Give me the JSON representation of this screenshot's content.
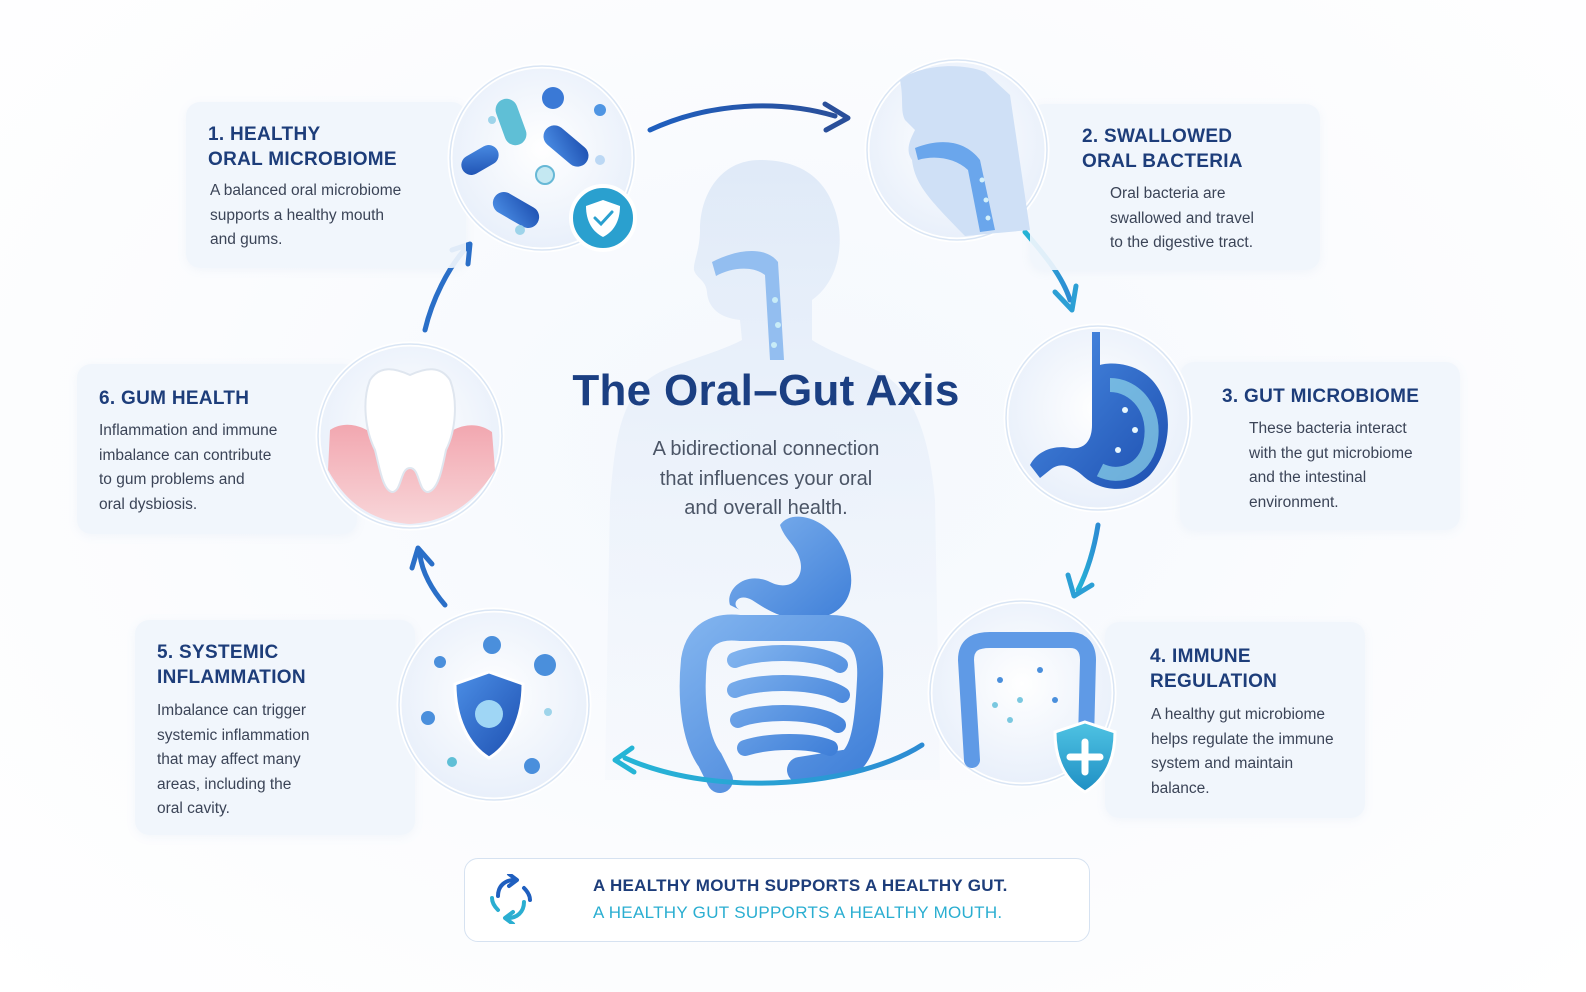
{
  "title": "The Oral–Gut Axis",
  "subtitle": "A bidirectional connection\nthat influences your oral\nand overall health.",
  "steps": [
    {
      "title": "1.  HEALTHY\n     ORAL MICROBIOME",
      "description": "A balanced oral microbiome\nsupports a healthy mouth\nand gums.",
      "icon": "oral-bacteria-shield-icon"
    },
    {
      "title": "2.  SWALLOWED\n     ORAL BACTERIA",
      "description": "Oral bacteria are\nswallowed and travel\nto the digestive tract.",
      "icon": "throat-esophagus-icon"
    },
    {
      "title": "3.  GUT MICROBIOME",
      "description": "These bacteria interact\nwith the gut microbiome\nand the intestinal\nenvironment.",
      "icon": "stomach-icon"
    },
    {
      "title": "4.  IMMUNE\n     REGULATION",
      "description": "A healthy gut microbiome\nhelps regulate the immune\nsystem and maintain\nbalance.",
      "icon": "intestine-shield-icon"
    },
    {
      "title": "5.  SYSTEMIC\n     INFLAMMATION",
      "description": "Imbalance can trigger\nsystemic inflammation\nthat may affect many\nareas, including the\noral cavity.",
      "icon": "immune-shield-icon"
    },
    {
      "title": "6.  GUM HEALTH",
      "description": "Inflammation and immune\nimbalance can contribute\nto gum problems and\noral dysbiosis.",
      "icon": "tooth-gum-icon"
    }
  ],
  "footer": {
    "line1": "A HEALTHY MOUTH SUPPORTS A HEALTHY GUT.",
    "line2": "A HEALTHY GUT SUPPORTS A HEALTHY MOUTH.",
    "icon": "cycle-arrows-icon"
  },
  "colors": {
    "heading": "#1b3f82",
    "accent_teal": "#2aaed1",
    "accent_blue": "#1f5fbf",
    "card_bg": "#f0f5fc"
  }
}
